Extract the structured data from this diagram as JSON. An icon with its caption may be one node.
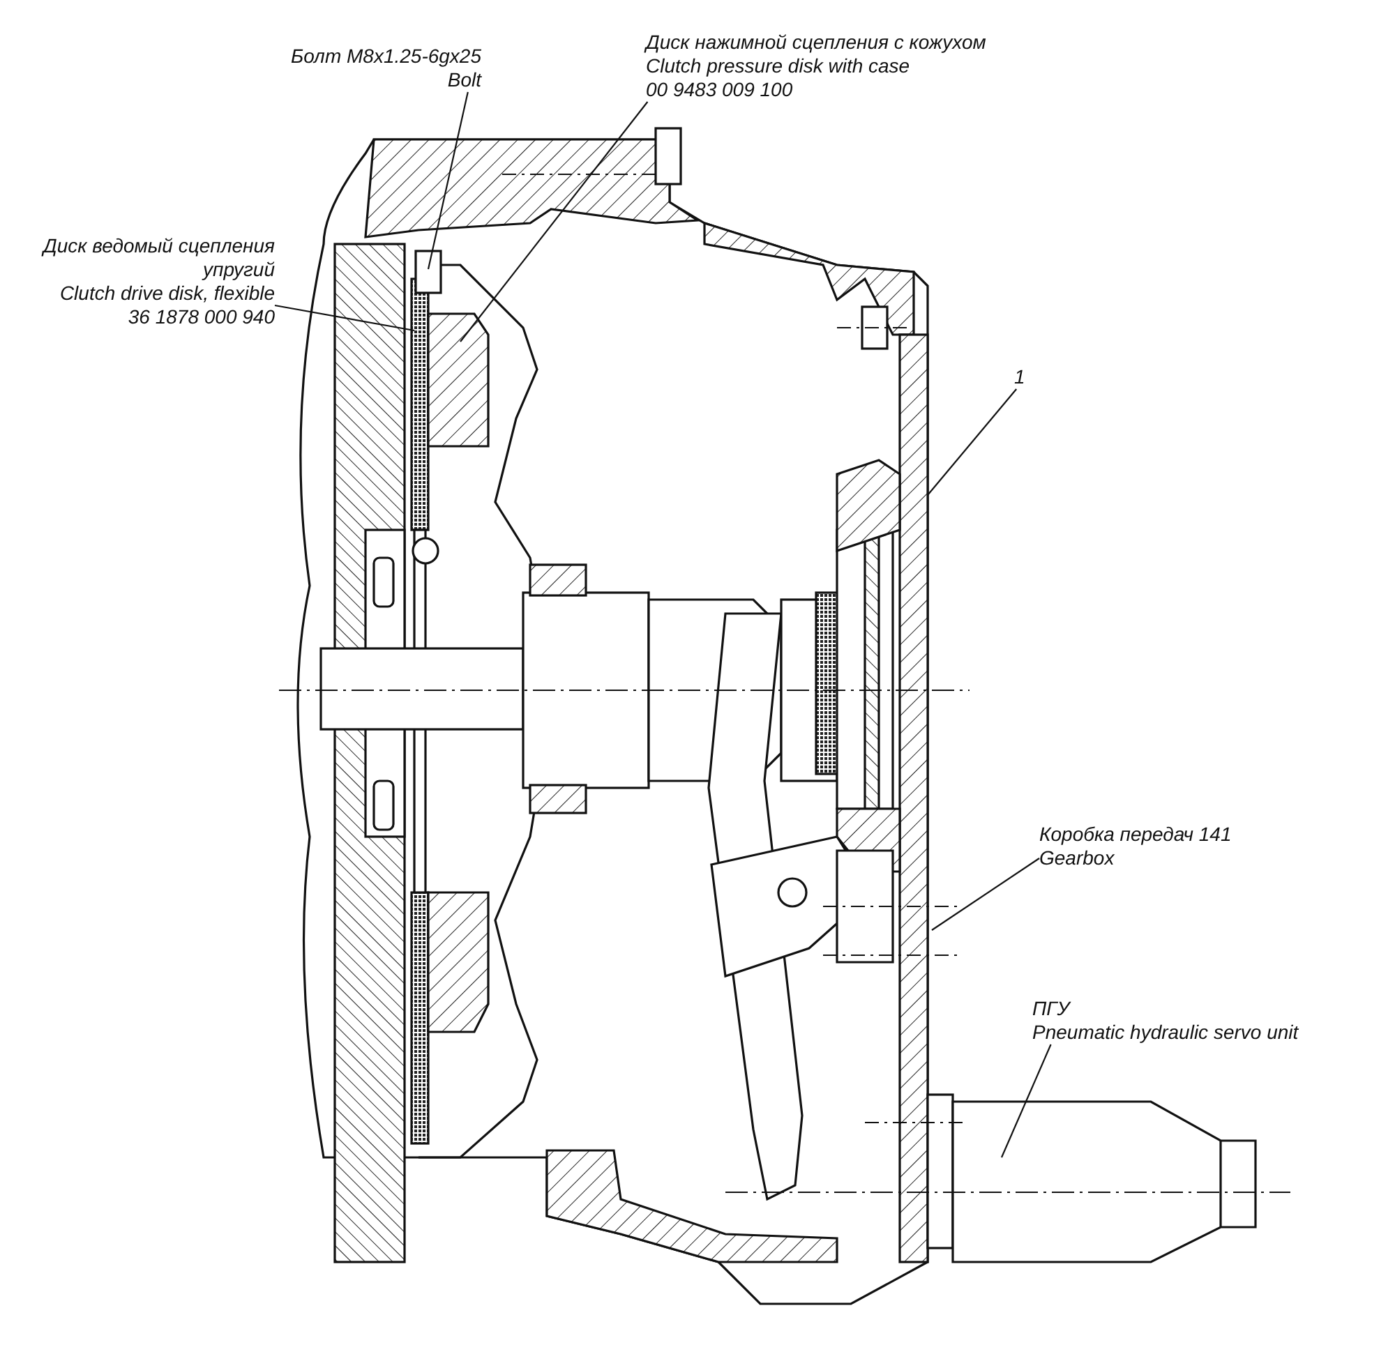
{
  "diagram": {
    "nodes": [
      {
        "text": [
          "Болт M8x1.25-6gx25",
          "Bolt"
        ]
      },
      {
        "text": [
          "Диск нажимной сцепления с кожухом",
          "Clutch pressure disk with case",
          "00 9483 009 100"
        ]
      },
      {
        "text": [
          "Диск ведомый сцепления упругий",
          "Clutch drive disk, flexible",
          "36 1878 000 940"
        ]
      },
      {
        "text": [
          "1"
        ]
      },
      {
        "text": [
          "Коробка передач 141",
          "Gearbox"
        ]
      },
      {
        "text": [
          "ПГУ",
          "Pneumatic hydraulic servo unit"
        ]
      }
    ],
    "edges": [
      {
        "from": 0,
        "to": null,
        "arrow": "none"
      },
      {
        "from": 1,
        "to": null,
        "arrow": "none"
      },
      {
        "from": 2,
        "to": null,
        "arrow": "none"
      },
      {
        "from": 3,
        "to": null,
        "arrow": "none"
      },
      {
        "from": 4,
        "to": null,
        "arrow": "none"
      },
      {
        "from": 5,
        "to": null,
        "arrow": "none"
      }
    ]
  }
}
